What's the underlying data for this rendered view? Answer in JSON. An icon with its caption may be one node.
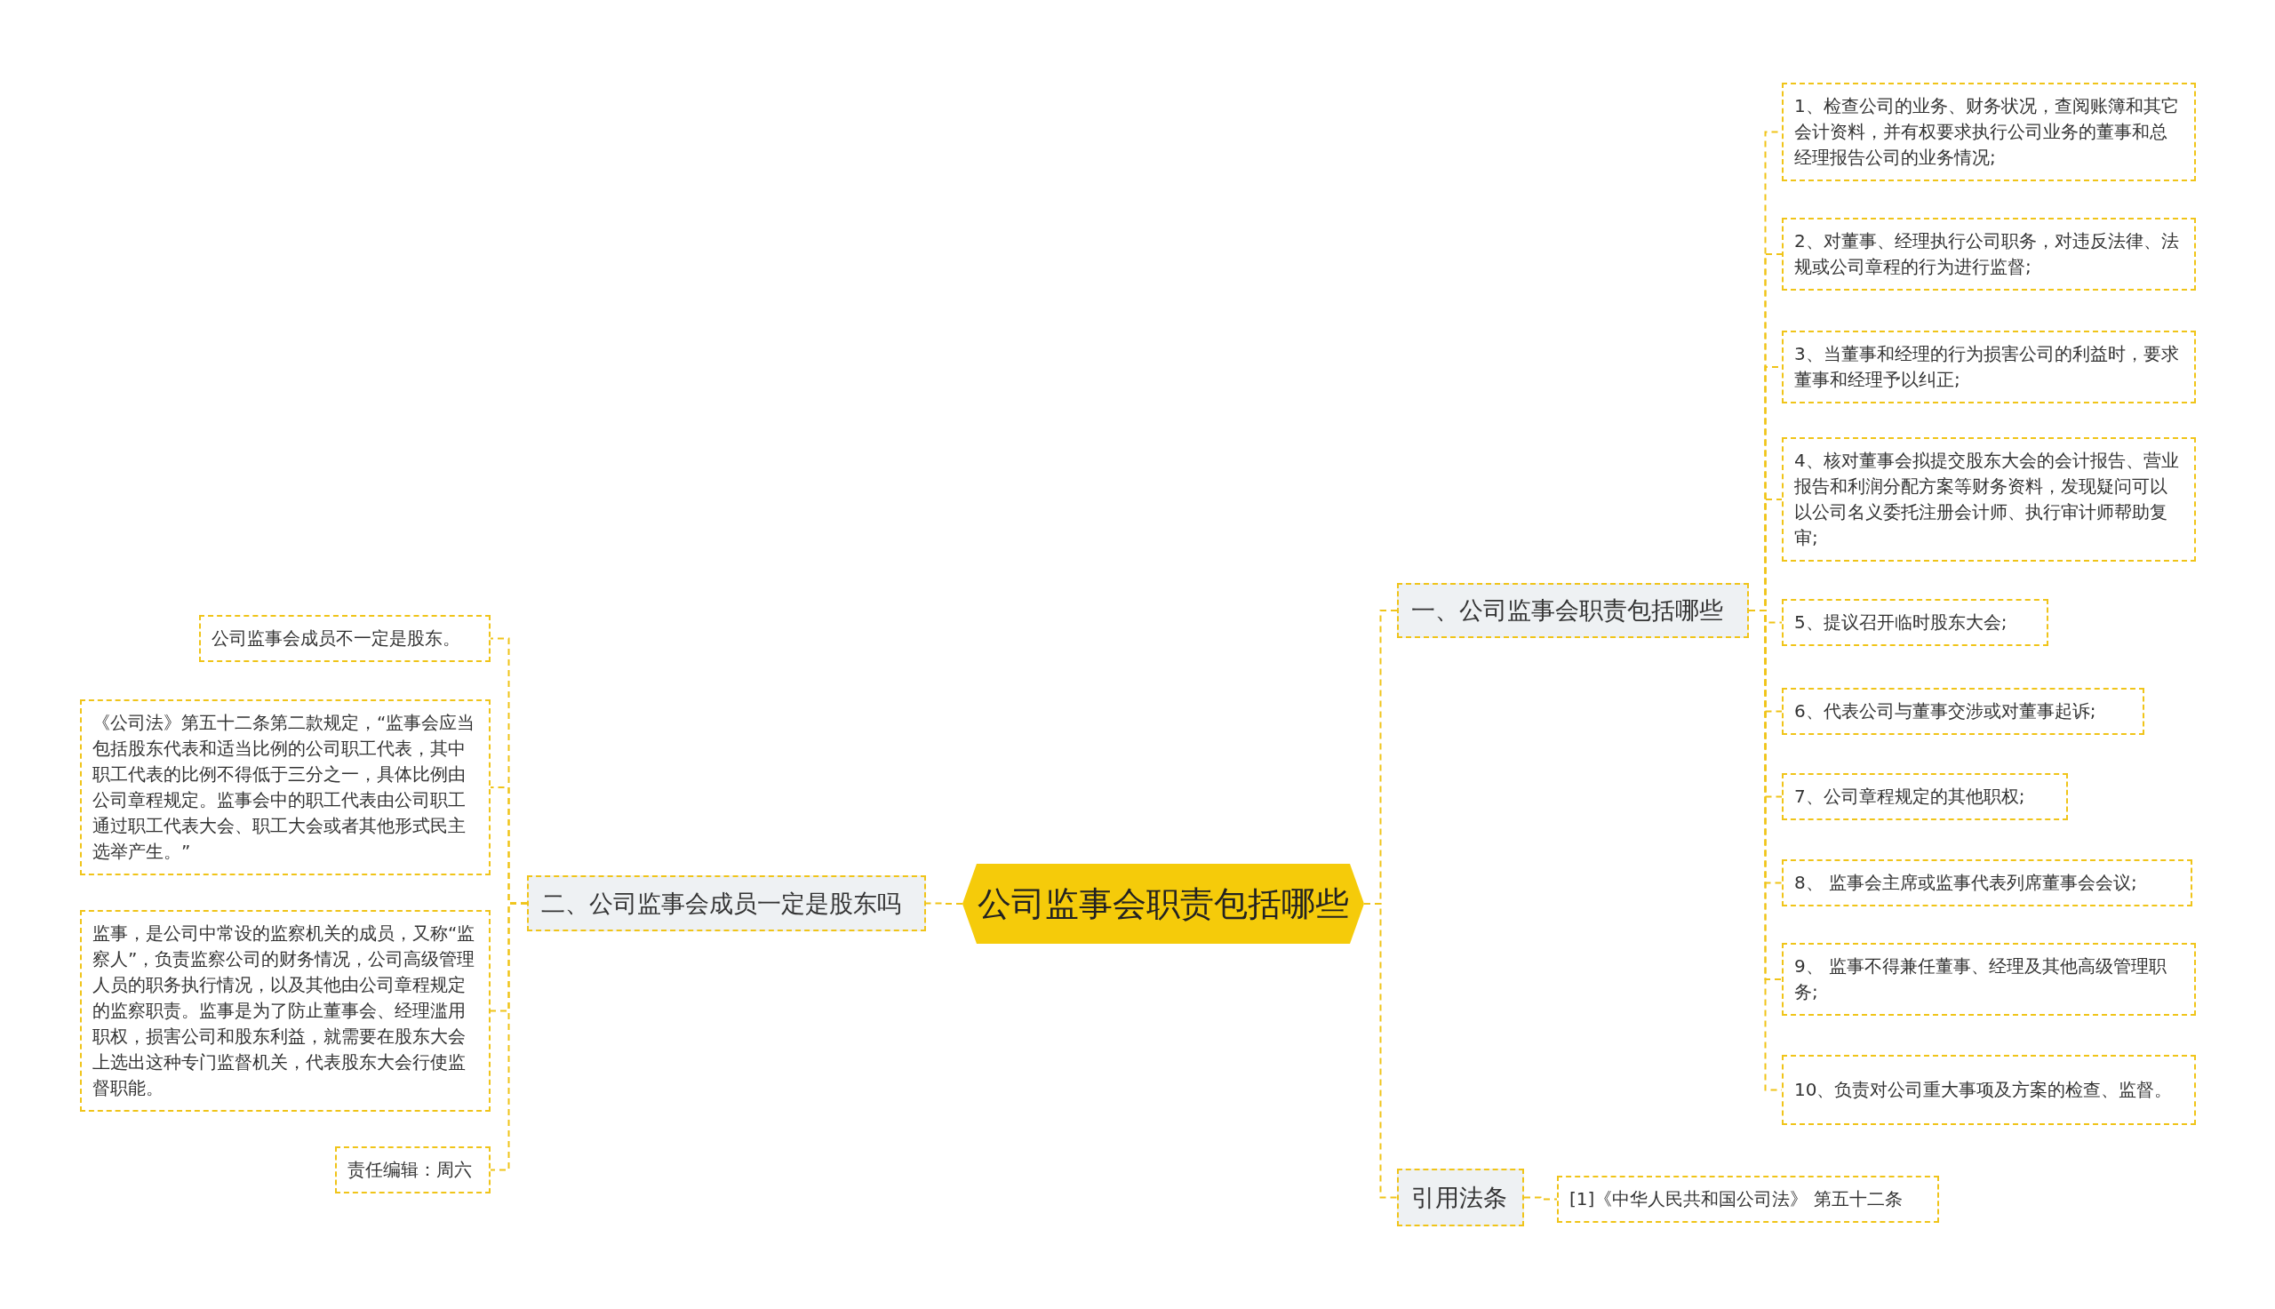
{
  "diagram": {
    "nodes": [
      {
        "text": [
          "公司监事会职责包括哪些"
        ]
      },
      {
        "text": [
          "一、公司监事会职责包括哪些"
        ]
      },
      {
        "text": [
          "1、检查公司的业务、财务状况，查阅账簿和其它会计资料，并有权要求执行公司业务的董事和总经理报告公司的业务情况;"
        ]
      },
      {
        "text": [
          "2、对董事、经理执行公司职务，对违反法律、法规或公司章程的行为进行监督;"
        ]
      },
      {
        "text": [
          "3、当董事和经理的行为损害公司的利益时，要求董事和经理予以纠正;"
        ]
      },
      {
        "text": [
          "4、核对董事会拟提交股东大会的会计报告、营业报告和利润分配方案等财务资料，发现疑问可以以公司名义委托注册会计师、执行审计师帮助复审;"
        ]
      },
      {
        "text": [
          "5、提议召开临时股东大会;"
        ]
      },
      {
        "text": [
          "6、代表公司与董事交涉或对董事起诉;"
        ]
      },
      {
        "text": [
          "7、公司章程规定的其他职权;"
        ]
      },
      {
        "text": [
          "8、 监事会主席或监事代表列席董事会会议;"
        ]
      },
      {
        "text": [
          "9、 监事不得兼任董事、经理及其他高级管理职务;"
        ]
      },
      {
        "text": [
          "10、负责对公司重大事项及方案的检查、监督。"
        ]
      },
      {
        "text": [
          "引用法条"
        ]
      },
      {
        "text": [
          "[1]《中华人民共和国公司法》 第五十二条"
        ]
      },
      {
        "text": [
          "二、公司监事会成员一定是股东吗"
        ]
      },
      {
        "text": [
          "公司监事会成员不一定是股东。"
        ]
      },
      {
        "text": [
          "《公司法》第五十二条第二款规定，“监事会应当包括股东代表和适当比例的公司职工代表，其中职工代表的比例不得低于三分之一，具体比例由公司章程规定。监事会中的职工代表由公司职工通过职工代表大会、职工大会或者其他形式民主选举产生。”"
        ]
      },
      {
        "text": [
          "监事，是公司中常设的监察机关的成员，又称“监察人”，负责监察公司的财务情况，公司高级管理人员的职务执行情况，以及其他由公司章程规定的监察职责。监事是为了防止董事会、经理滥用职权，损害公司和股东利益，就需要在股东大会上选出这种专门监督机关，代表股东大会行使监督职能。"
        ]
      },
      {
        "text": [
          "责任编辑：周六"
        ]
      }
    ],
    "edges": [
      {
        "from": 0,
        "to": 1,
        "arrow": "none"
      },
      {
        "from": 1,
        "to": 2,
        "arrow": "none"
      },
      {
        "from": 1,
        "to": 3,
        "arrow": "none"
      },
      {
        "from": 1,
        "to": 4,
        "arrow": "none"
      },
      {
        "from": 1,
        "to": 5,
        "arrow": "none"
      },
      {
        "from": 1,
        "to": 6,
        "arrow": "none"
      },
      {
        "from": 1,
        "to": 7,
        "arrow": "none"
      },
      {
        "from": 1,
        "to": 8,
        "arrow": "none"
      },
      {
        "from": 1,
        "to": 9,
        "arrow": "none"
      },
      {
        "from": 1,
        "to": 10,
        "arrow": "none"
      },
      {
        "from": 1,
        "to": 11,
        "arrow": "none"
      },
      {
        "from": 0,
        "to": 12,
        "arrow": "none"
      },
      {
        "from": 12,
        "to": 13,
        "arrow": "none"
      },
      {
        "from": 0,
        "to": 14,
        "arrow": "none"
      },
      {
        "from": 14,
        "to": 15,
        "arrow": "none"
      },
      {
        "from": 14,
        "to": 16,
        "arrow": "none"
      },
      {
        "from": 14,
        "to": 17,
        "arrow": "none"
      },
      {
        "from": 14,
        "to": 18,
        "arrow": "none"
      }
    ]
  }
}
